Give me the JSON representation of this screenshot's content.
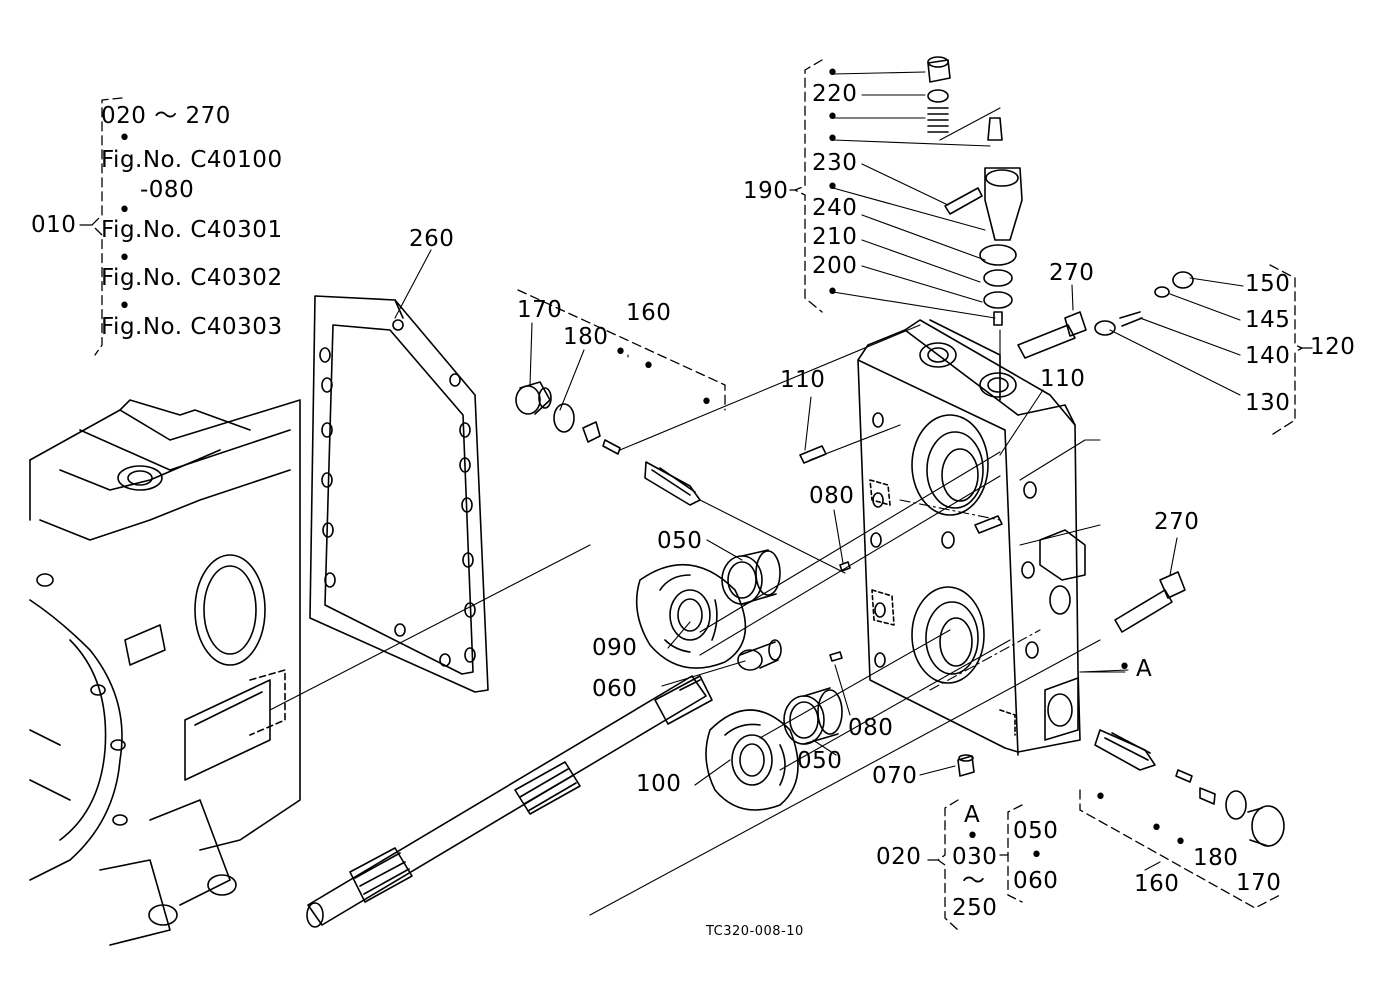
{
  "drawing_code": "TC320-008-10",
  "group_010": {
    "number": "010",
    "range": "020 ～ 270",
    "refs": [
      "Fig.No. C40100",
      "-080",
      "Fig.No. C40301",
      "Fig.No. C40302",
      "Fig.No. C40303"
    ]
  },
  "group_020": {
    "number": "020",
    "marker": "A",
    "from": "030",
    "tilde": "～",
    "to": "250",
    "sub": [
      "050",
      "060"
    ]
  },
  "callouts": {
    "c260": "260",
    "c170_left": "170",
    "c180_left": "180",
    "c160_left": "160",
    "c110_left": "110",
    "c110_right": "110",
    "c080_top": "080",
    "c050_top": "050",
    "c090": "090",
    "c060": "060",
    "c100": "100",
    "c050_bottom": "050",
    "c080_bottom": "080",
    "c070": "070",
    "c270_top": "270",
    "c270_right": "270",
    "cA": "A",
    "c190": "190",
    "c220": "220",
    "c230": "230",
    "c240": "240",
    "c210": "210",
    "c200": "200",
    "c150": "150",
    "c145": "145",
    "c140": "140",
    "c130": "130",
    "c120": "120",
    "c160_right": "160",
    "c180_right": "180",
    "c170_right": "170"
  }
}
